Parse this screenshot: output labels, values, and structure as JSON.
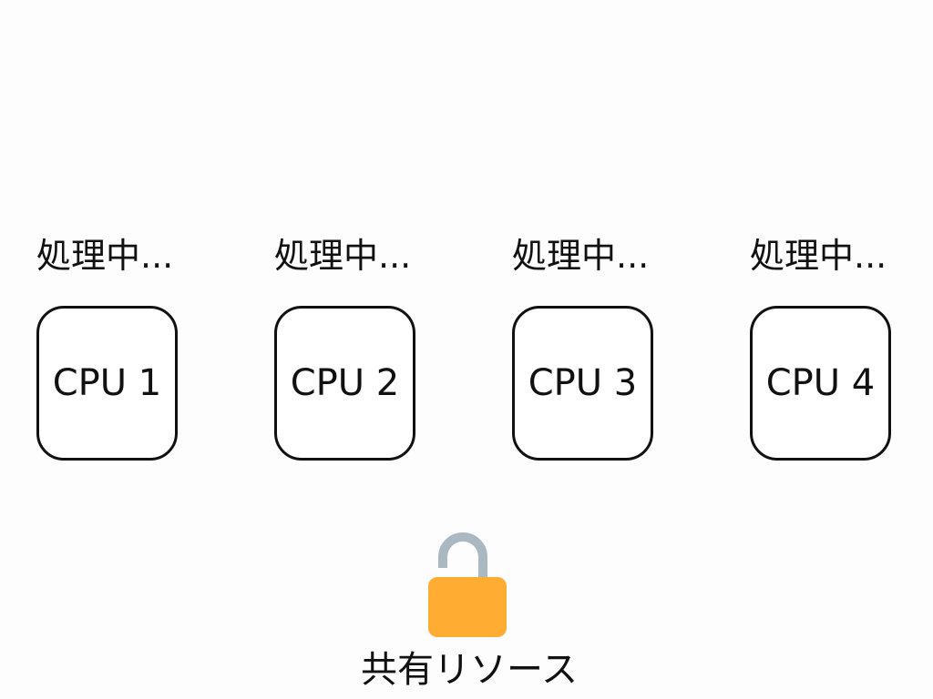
{
  "cpus": [
    {
      "status": "処理中...",
      "label": "CPU 1"
    },
    {
      "status": "処理中...",
      "label": "CPU 2"
    },
    {
      "status": "処理中...",
      "label": "CPU 3"
    },
    {
      "status": "処理中...",
      "label": "CPU 4"
    }
  ],
  "resource": {
    "label": "共有リソース",
    "icon": "unlocked-padlock-icon",
    "lock_body_color": "#FFAC33",
    "shackle_color": "#AAB8C2"
  }
}
